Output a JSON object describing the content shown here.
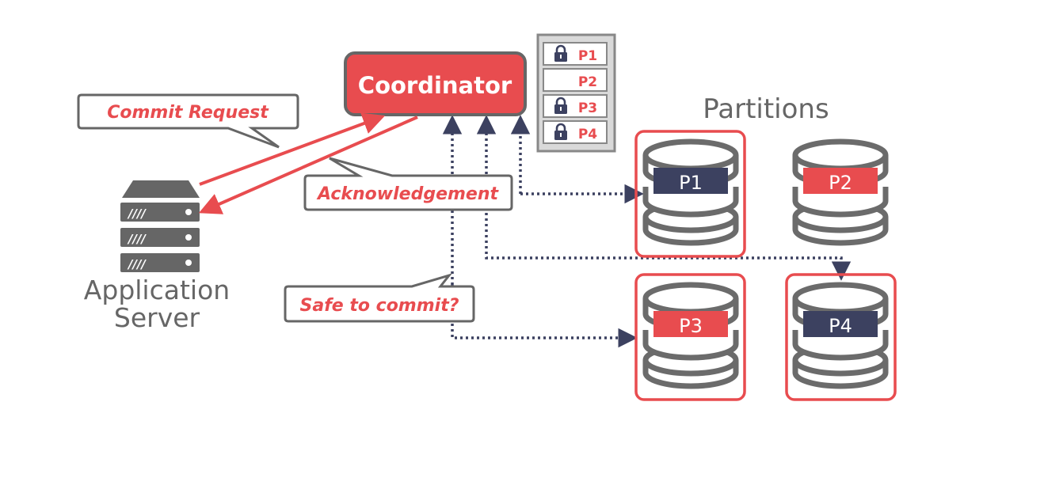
{
  "coordinator": {
    "label": "Coordinator"
  },
  "lock_table": {
    "rows": [
      {
        "partition": "P1",
        "locked": true
      },
      {
        "partition": "P2",
        "locked": false
      },
      {
        "partition": "P3",
        "locked": true
      },
      {
        "partition": "P4",
        "locked": true
      }
    ]
  },
  "partitions": {
    "title": "Partitions",
    "items": [
      {
        "label": "P1",
        "band_color": "#3c4160",
        "highlighted": true
      },
      {
        "label": "P2",
        "band_color": "#e84c4f",
        "highlighted": false
      },
      {
        "label": "P3",
        "band_color": "#e84c4f",
        "highlighted": true
      },
      {
        "label": "P4",
        "band_color": "#3c4160",
        "highlighted": true
      }
    ]
  },
  "server": {
    "label_line1": "Application",
    "label_line2": "Server"
  },
  "callouts": {
    "commit_request": "Commit Request",
    "acknowledgement": "Acknowledgement",
    "safe_to_commit": "Safe to commit?"
  },
  "colors": {
    "accent_red": "#e84c4f",
    "navy": "#3c4160",
    "gray": "#666666",
    "light_gray": "#d9d9d9"
  }
}
